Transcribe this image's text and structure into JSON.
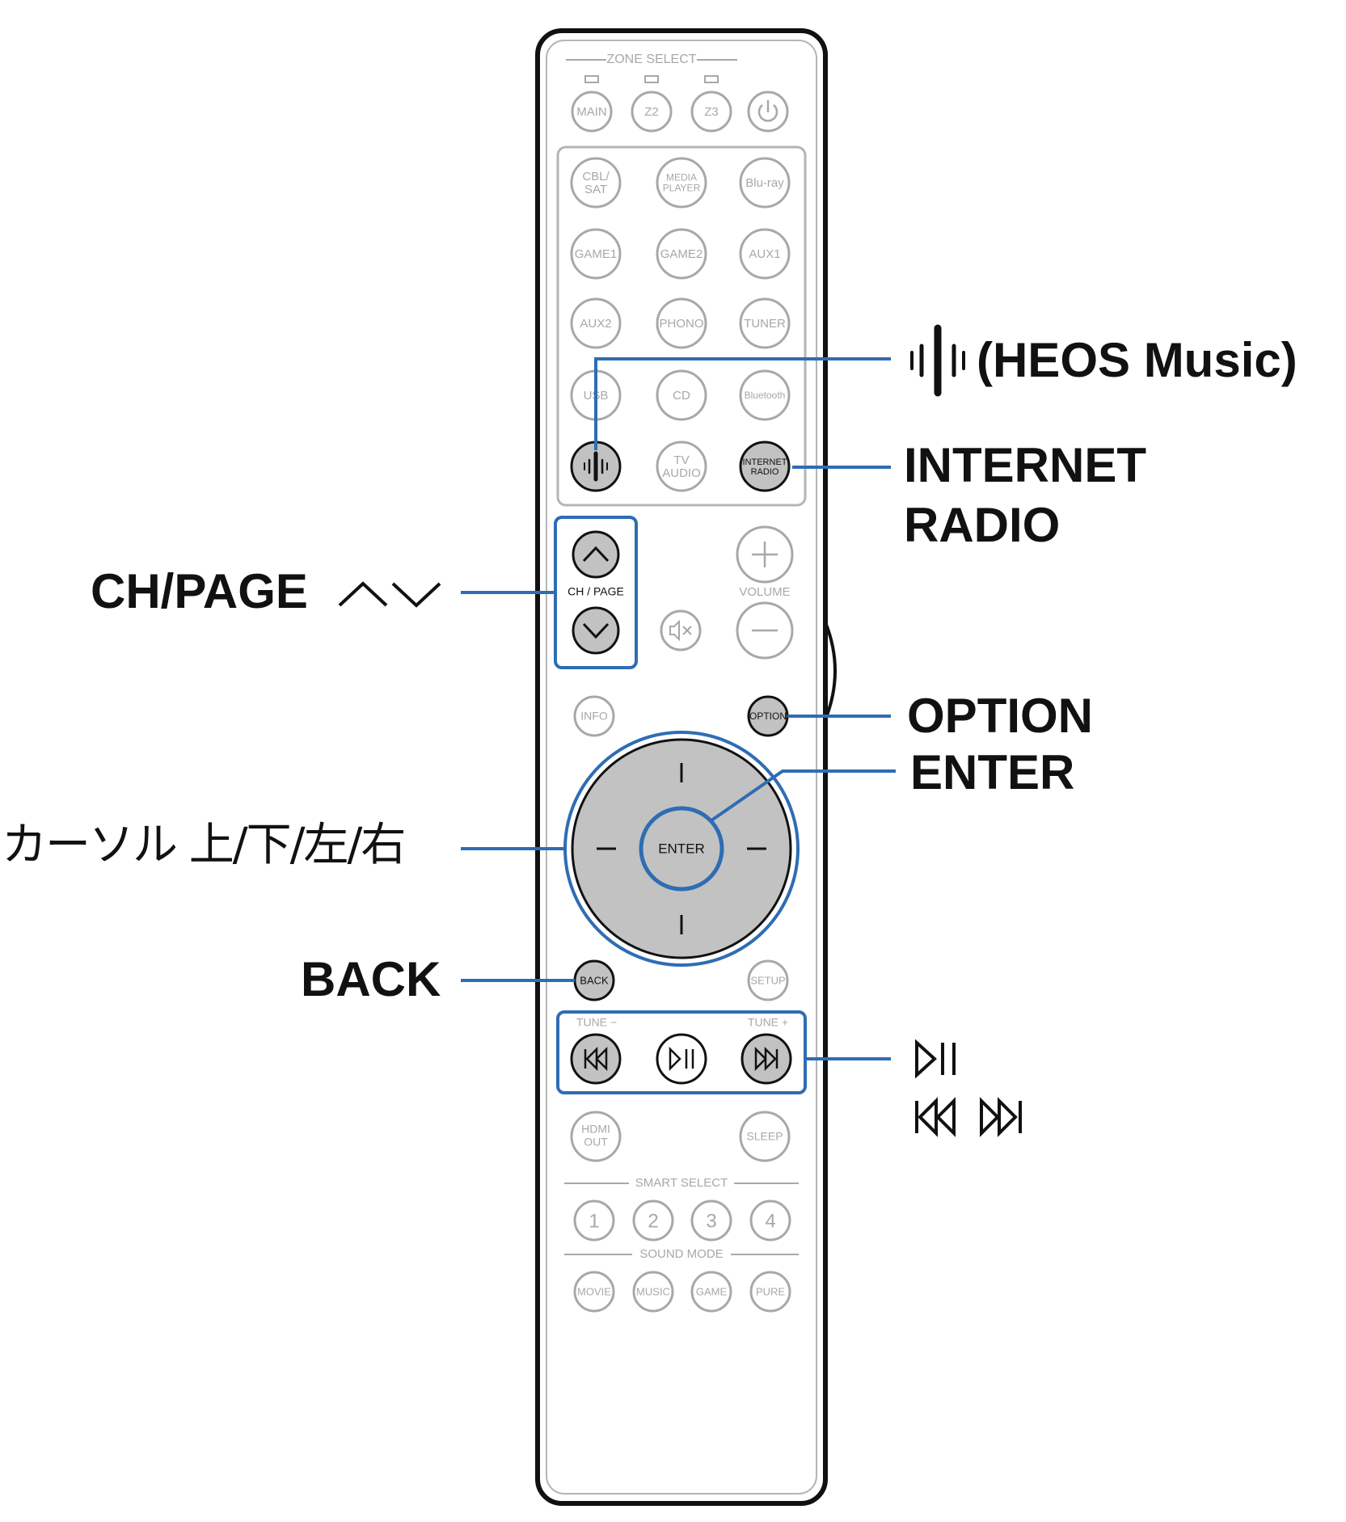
{
  "remote": {
    "zone_select": "ZONE SELECT",
    "zone_buttons": [
      "MAIN",
      "Z2",
      "Z3"
    ],
    "source_buttons": [
      [
        "CBL/",
        "SAT"
      ],
      [
        "MEDIA",
        "PLAYER"
      ],
      [
        "Blu-ray"
      ],
      [
        "GAME1"
      ],
      [
        "GAME2"
      ],
      [
        "AUX1"
      ],
      [
        "AUX2"
      ],
      [
        "PHONO"
      ],
      [
        "TUNER"
      ],
      [
        "USB"
      ],
      [
        "CD"
      ],
      [
        "Bluetooth"
      ],
      [
        "HEOS"
      ],
      [
        "TV",
        "AUDIO"
      ],
      [
        "INTERNET",
        "RADIO"
      ]
    ],
    "ch_page": "CH / PAGE",
    "volume": "VOLUME",
    "info": "INFO",
    "option": "OPTION",
    "enter": "ENTER",
    "back": "BACK",
    "setup": "SETUP",
    "tune_minus": "TUNE −",
    "tune_plus": "TUNE +",
    "hdmi_out": [
      "HDMI",
      "OUT"
    ],
    "sleep": "SLEEP",
    "smart_select": "SMART SELECT",
    "smart_buttons": [
      "1",
      "2",
      "3",
      "4"
    ],
    "sound_mode": "SOUND MODE",
    "sound_buttons": [
      "MOVIE",
      "MUSIC",
      "GAME",
      "PURE"
    ]
  },
  "callouts": {
    "heos": "(HEOS Music)",
    "internet_radio_line1": "INTERNET",
    "internet_radio_line2": "RADIO",
    "ch_page": "CH/PAGE",
    "option": "OPTION",
    "enter": "ENTER",
    "cursor": "カーソル 上/下/左/右",
    "back": "BACK"
  },
  "colors": {
    "accent": "#2e6db4",
    "highlight_fill": "#c2c2c2",
    "outline": "#111111",
    "muted": "#a8a8a8"
  }
}
